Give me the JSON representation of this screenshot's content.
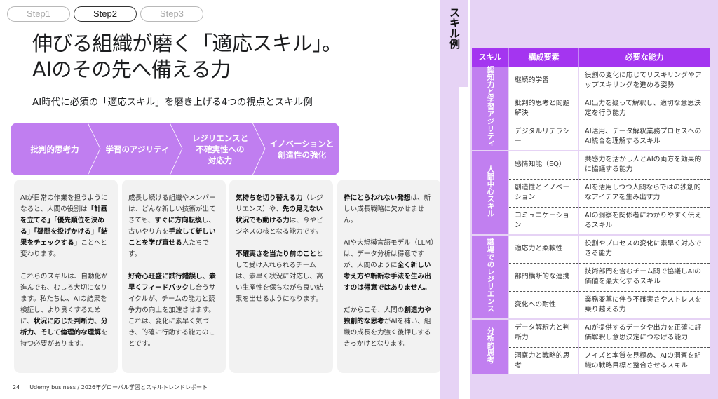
{
  "steps": [
    "Step1",
    "Step2",
    "Step3"
  ],
  "active_step": 1,
  "title_line1": "伸びる組織が磨く「適応スキル」。",
  "title_line2": "AIのその先へ備える力",
  "subtitle": "AI時代に必須の「適応スキル」を磨き上げる4つの視点とスキル例",
  "banner": [
    [
      "批判的思考力"
    ],
    [
      "学習のアジリティ"
    ],
    [
      "レジリエンスと",
      "不確実性への",
      "対応力"
    ],
    [
      "イノベーションと",
      "創造性の強化"
    ]
  ],
  "cards": [
    [
      [
        {
          "t": "AIが日常の作業を担うようになると、人間の役割は"
        },
        {
          "t": "「計画を立てる」「優先順位を決める」「疑問を投げかける」「結果をチェックする」",
          "b": true
        },
        {
          "t": "ことへと変わります。"
        }
      ],
      [
        {
          "t": "これらのスキルは、自動化が進んでも、むしろ大切になります。私たちは、AIの結果を検証し、より良くするために、"
        },
        {
          "t": "状況に応じた判断力、分析力、そして倫理的な理解",
          "b": true
        },
        {
          "t": "を持つ必要があります。"
        }
      ]
    ],
    [
      [
        {
          "t": "成長し続ける組織やメンバーは、どんな新しい技術が出てきても、"
        },
        {
          "t": "すぐに方向転換",
          "b": true
        },
        {
          "t": "し、古いやり方を"
        },
        {
          "t": "手放して新しいことを学び直せる",
          "b": true
        },
        {
          "t": "人たちです。"
        }
      ],
      [
        {
          "t": "好奇心旺盛に試行錯誤し、素早くフィードバック",
          "b": true
        },
        {
          "t": "し合うサイクルが、チームの能力と競争力の向上を加速させます。これは、変化に素早く気づき、的確に行動する能力のことです。"
        }
      ]
    ],
    [
      [
        {
          "t": "気持ちを切り替える力",
          "b": true
        },
        {
          "t": "（レジリエンス）や、"
        },
        {
          "t": "先の見えない状況でも動ける力",
          "b": true
        },
        {
          "t": "は、今やビジネスの核となる能力です。"
        }
      ],
      [
        {
          "t": "不確実さを当たり前のこと",
          "b": true
        },
        {
          "t": "として受け入れられるチームは、素早く状況に対応し、高い生産性を保ちながら良い結果を出せるようになります。"
        }
      ]
    ],
    [
      [
        {
          "t": "枠にとらわれない発想",
          "b": true
        },
        {
          "t": "は、新しい成長戦略に欠かせません。"
        }
      ],
      [
        {
          "t": "AIや大規模言語モデル（LLM）は、データ分析は得意ですが、人間のように"
        },
        {
          "t": "全く新しい考え方や斬新な手法を生み出すのは得意ではありません。",
          "b": true
        }
      ],
      [
        {
          "t": "だからこそ、人間の"
        },
        {
          "t": "創造力や独創的な思考",
          "b": true
        },
        {
          "t": "がAIを補い、組織の成長を力強く後押しするきっかけとなります。"
        }
      ]
    ]
  ],
  "footer": {
    "page": "24",
    "text": "Udemy business / 2026年グローバル学習とスキルトレンドレポート"
  },
  "panel_tab": "スキル例",
  "table": {
    "headers": [
      "スキル",
      "構成要素",
      "必要な能力"
    ],
    "groups": [
      {
        "skill": "認知力と学習アジリティ",
        "rows": [
          [
            "継続的学習",
            "役割の変化に応じてリスキリングやアップスキリングを進める姿勢"
          ],
          [
            "批判的思考と問題解決",
            "AI出力を疑って解釈し、適切な意思決定を行う能力"
          ],
          [
            "デジタルリテラシー",
            "AI活用、データ解釈業務プロセスへのAI統合を理解するスキル"
          ]
        ]
      },
      {
        "skill": "人間中心スキル",
        "rows": [
          [
            "感情知能（EQ）",
            "共感力を活かし人とAIの両方を効果的に協議する能力"
          ],
          [
            "創造性とイノベーション",
            "AIを活用しつつ人間ならではの独創的なアイデアを生み出す力"
          ],
          [
            "コミュニケーション",
            "AIの洞察を関係者にわかりやすく伝えるスキル"
          ]
        ]
      },
      {
        "skill": "職場でのレジリエンス",
        "rows": [
          [
            "適応力と柔軟性",
            "役割やプロセスの変化に素早く対応できる能力"
          ],
          [
            "部門横断的な連携",
            "技術部門を含むチーム間で協議しAIの価値を最大化するスキル"
          ],
          [
            "変化への耐性",
            "業務変革に伴う不確実さやストレスを乗り越える力"
          ]
        ]
      },
      {
        "skill": "分析的思考",
        "rows": [
          [
            "データ解釈力と判断力",
            "AIが提供するデータや出力を正確に評価解釈し意思決定につなげる能力"
          ],
          [
            "洞察力と戦略的思考",
            "ノイズと本質を見極め、AIの洞察を組織の戦略目標と整合させるスキル"
          ]
        ]
      }
    ]
  }
}
